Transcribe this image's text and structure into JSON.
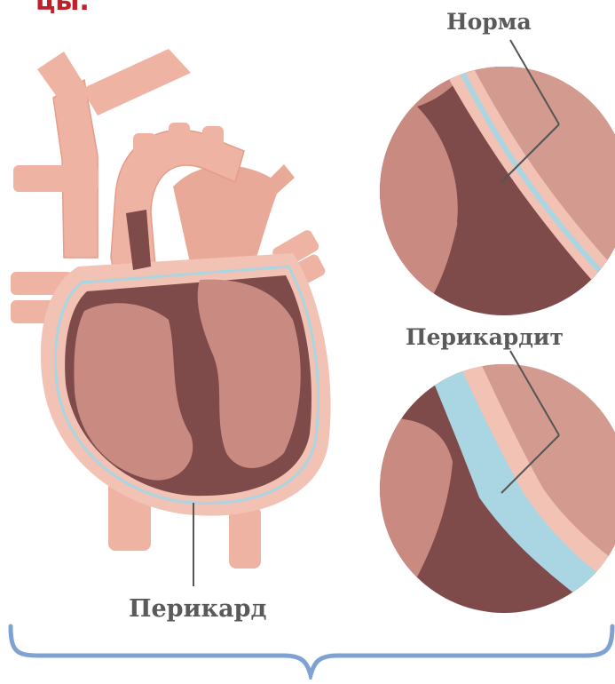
{
  "heading_fragment": "цы.",
  "labels": {
    "normal": "Норма",
    "pericarditis": "Перикардит",
    "pericardium": "Перикард"
  },
  "colors": {
    "heading_red": "#c0202a",
    "vessel_pink": "#efb3a3",
    "pericardium_layer": "#f2c2b4",
    "fluid_blue": "#a9d6e2",
    "myocardium": "#c98a81",
    "cavity_dark": "#7e4a4a",
    "label_gray": "#5a5a5a",
    "bracket_blue": "#7fa2d3"
  },
  "icons": [
    "heart-illustration",
    "normal-pericardium-magnifier",
    "pericarditis-magnifier",
    "curly-bracket"
  ]
}
